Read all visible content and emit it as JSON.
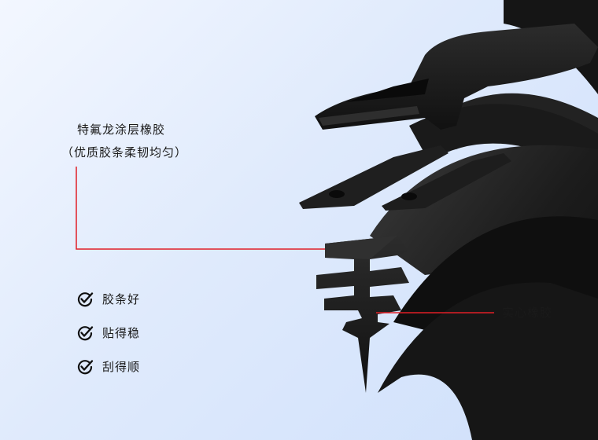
{
  "callouts": {
    "coating_title": "特氟龙涂层橡胶",
    "coating_detail": "（优质胶条柔韧均匀）",
    "core": "实心橡胶"
  },
  "features": [
    {
      "label": "胶条好",
      "icon": "check-circle-icon"
    },
    {
      "label": "贴得稳",
      "icon": "check-circle-icon"
    },
    {
      "label": "刮得顺",
      "icon": "check-circle-icon"
    }
  ],
  "colors": {
    "background_light": "#f3f7ff",
    "background_blue": "#cfe0fb",
    "leader_line": "#e01f26",
    "rubber": "#1b1b1b",
    "text": "#1a1a1a"
  }
}
